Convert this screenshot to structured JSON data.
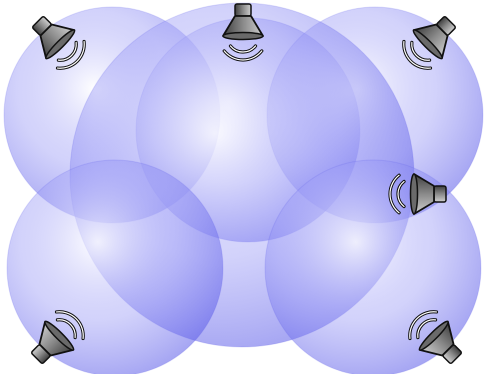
{
  "diagram": {
    "kind": "speaker-coverage",
    "speaker_icon": "speaker-icon",
    "sound_wave_icon": "sound-waves-icon",
    "colors": {
      "background": "#ffffff",
      "zone_fill": "#8f8ff6",
      "zone_highlight": "#ffffff",
      "zone_shadow": "#5a5ae8",
      "speaker_metal_light": "#d8d8d8",
      "speaker_metal_dark": "#4a4a4a",
      "speaker_outline": "#111111"
    },
    "speakers": [
      {
        "id": "top-left",
        "facing": "down-right"
      },
      {
        "id": "top-center",
        "facing": "down"
      },
      {
        "id": "top-right",
        "facing": "down-left"
      },
      {
        "id": "right-middle",
        "facing": "left"
      },
      {
        "id": "bottom-left",
        "facing": "up-right"
      },
      {
        "id": "bottom-right",
        "facing": "up-left"
      }
    ]
  }
}
